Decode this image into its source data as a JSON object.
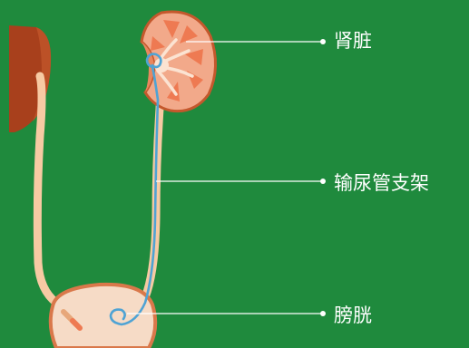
{
  "labels": {
    "kidney": "肾脏",
    "stent": "输尿管支架",
    "bladder": "膀胱"
  },
  "colors": {
    "background": "#1f8a3d",
    "kidney_cortex": "#f2a98a",
    "kidney_pyramid": "#ee7a52",
    "kidney_dark": "#a8401c",
    "ureter": "#f7caa3",
    "stent": "#4fa3d4",
    "bladder": "#f6dbc6",
    "bladder_rim": "#d9784a",
    "pointer_line": "#ffffff"
  },
  "icons": {
    "left_kidney": "left-kidney-icon",
    "right_kidney": "right-kidney-icon",
    "bladder": "bladder-icon",
    "stent": "ureteral-stent-icon"
  }
}
